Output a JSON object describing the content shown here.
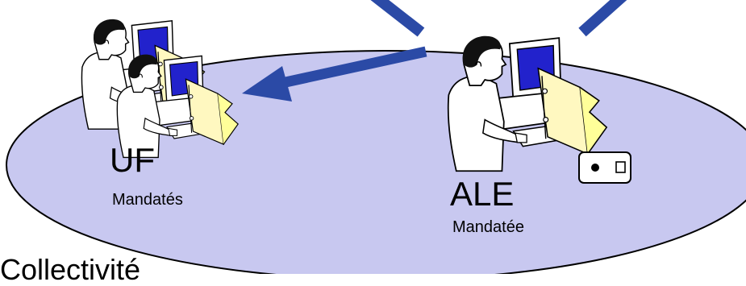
{
  "colors": {
    "ellipse_fill": "#c8c8f0",
    "arrow": "#2b4aa6",
    "screen": "#2222cc",
    "binder": "#fff8c0"
  },
  "icons": [
    "user-at-workstation-icon",
    "network-arrow-icon",
    "device-switch-icon"
  ],
  "labels": {
    "uf_title": "UF",
    "uf_sub": "Mandatés",
    "ale_title": "ALE",
    "ale_sub": "Mandatée",
    "collectivite": "Collectivité"
  }
}
